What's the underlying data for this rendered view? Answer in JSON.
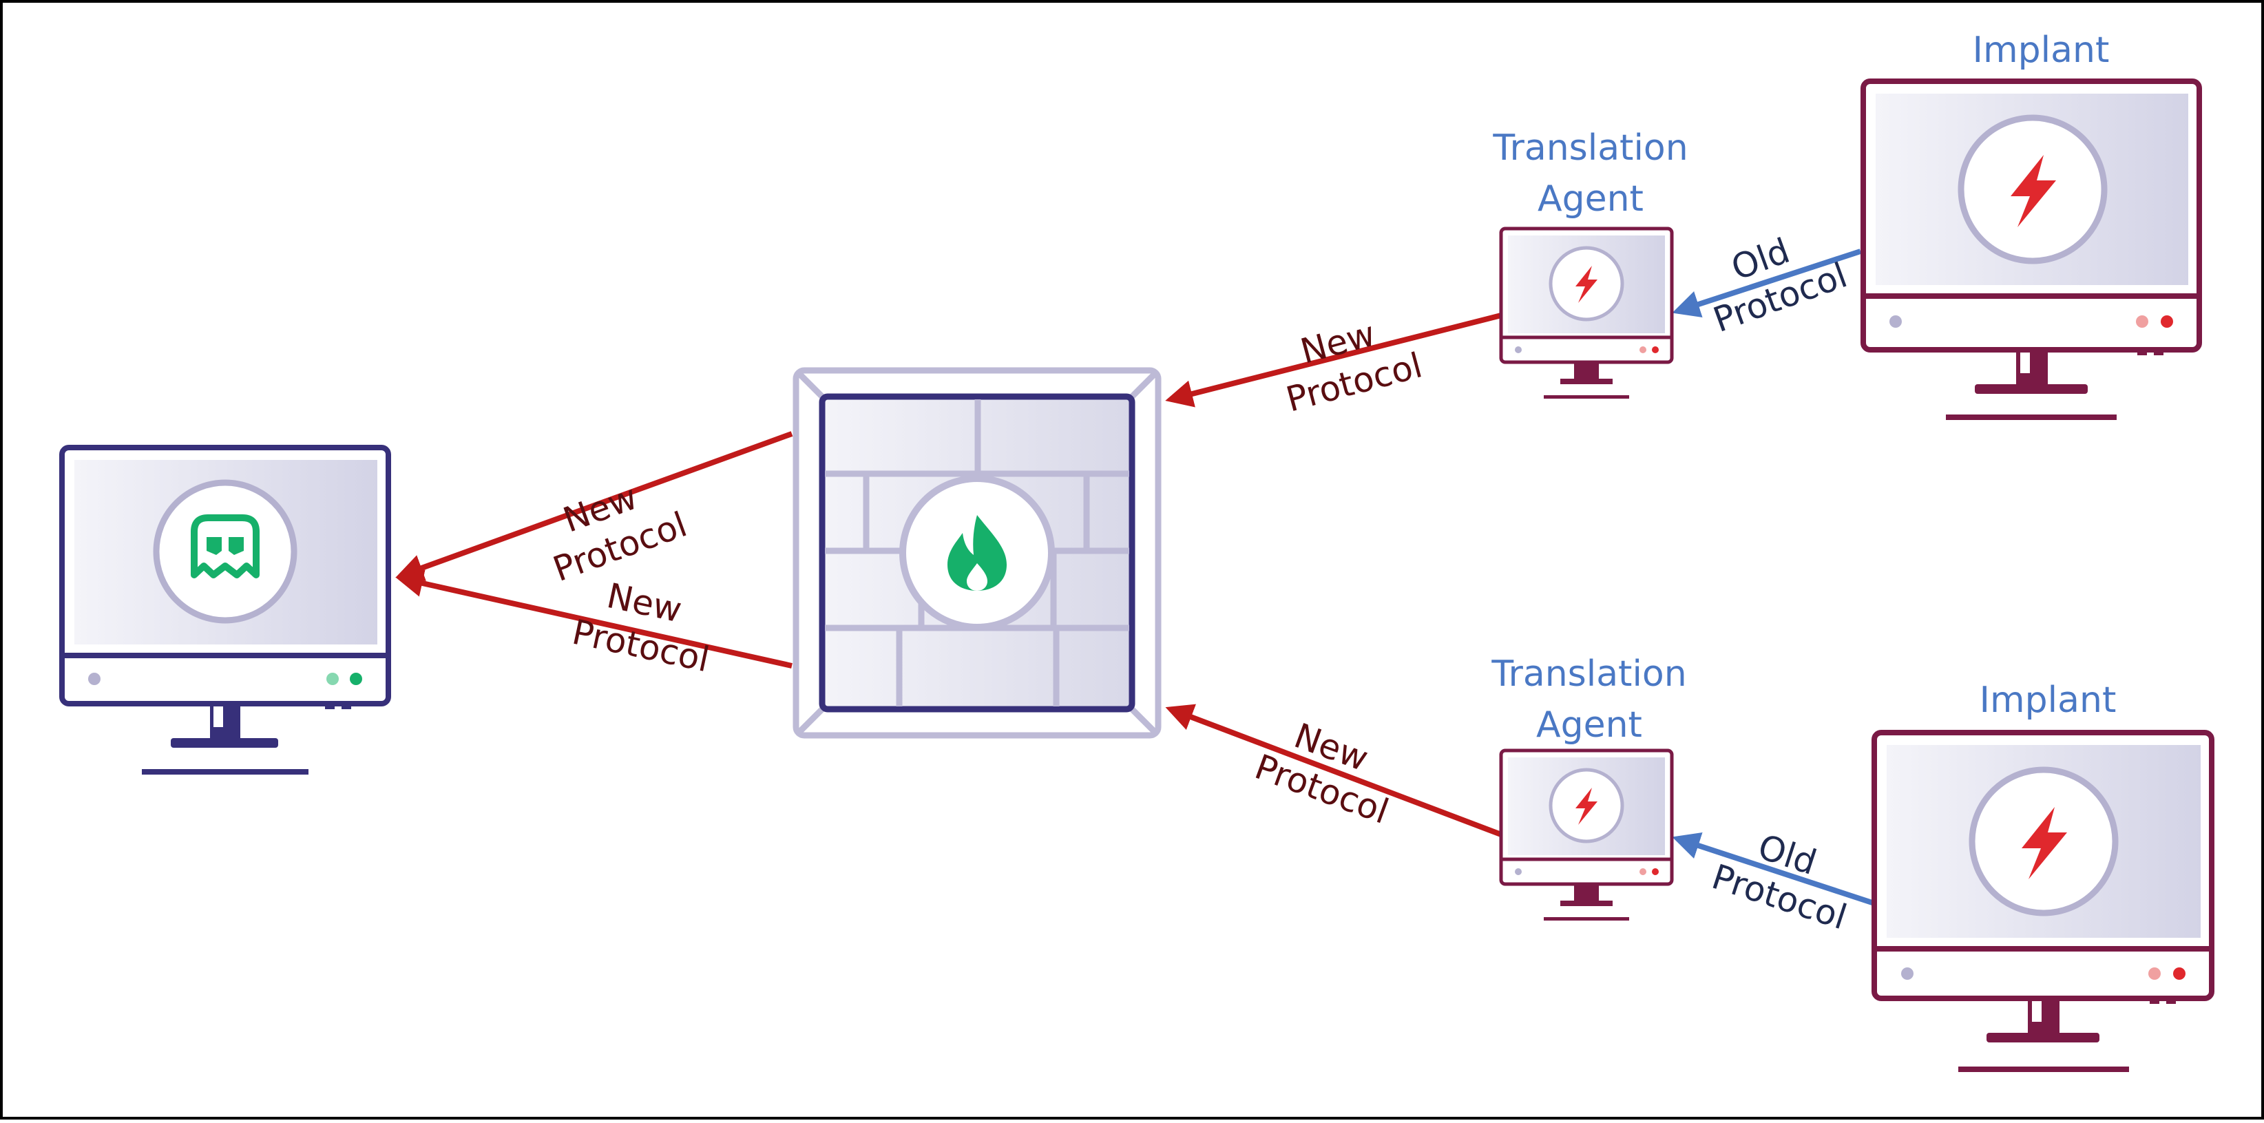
{
  "labels": {
    "implant_top": "Implant",
    "implant_bottom": "Implant",
    "agent_top_line1": "Translation",
    "agent_top_line2": "Agent",
    "agent_bottom_line1": "Translation",
    "agent_bottom_line2": "Agent"
  },
  "links": {
    "c2_upper_l1": "New",
    "c2_upper_l2": "Protocol",
    "c2_lower_l1": "New",
    "c2_lower_l2": "Protocol",
    "fw_top_l1": "New",
    "fw_top_l2": "Protocol",
    "fw_bottom_l1": "New",
    "fw_bottom_l2": "Protocol",
    "old_top_l1": "Old",
    "old_top_l2": "Protocol",
    "old_bottom_l1": "Old",
    "old_bottom_l2": "Protocol"
  },
  "icons": {
    "c2": "ghost-icon",
    "firewall": "flame-icon",
    "implant": "lightning-bolt-icon"
  },
  "colors": {
    "c2_frame": "#37307a",
    "implant_frame": "#7a1a45",
    "firewall_frame": "#bdbad6",
    "new_protocol_arrow": "#c01a1a",
    "old_protocol_arrow": "#4a78c4",
    "label_blue": "#4a78c4",
    "ghost_green": "#16b06a",
    "bolt_red": "#e0282d"
  }
}
